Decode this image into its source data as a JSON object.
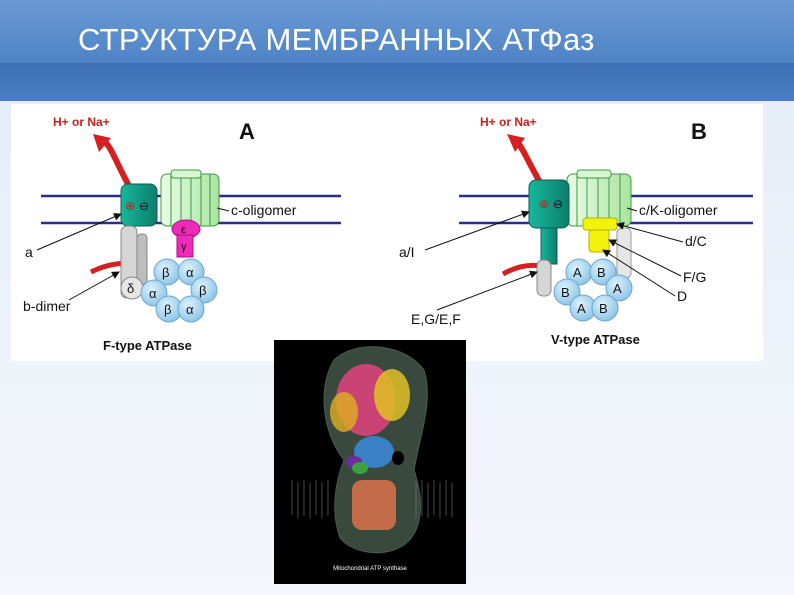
{
  "slide": {
    "title": "СТРУКТУРА МЕМБРАННЫХ АТФаз"
  },
  "panel_a": {
    "panel_letter": "A",
    "ion_label": "H+ or Na+",
    "oligomer_label": "c-oligomer",
    "a_label": "a",
    "b_label": "b-dimer",
    "type_label": "F-type ATPase",
    "subunits": {
      "epsilon": "ε",
      "gamma": "γ",
      "delta": "δ",
      "beta_1": "β",
      "alpha_1": "α",
      "alpha_2": "α",
      "beta_2": "β",
      "beta_3": "β",
      "alpha_3": "α"
    },
    "charge_plus": "⊕",
    "charge_minus": "⊖"
  },
  "panel_b": {
    "panel_letter": "B",
    "ion_label": "H+ or Na+",
    "oligomer_label": "c/K-oligomer",
    "a_label": "a/I",
    "dc_label": "d/C",
    "fg_label": "F/G",
    "d_label": "D",
    "egf_label": "E,G/E,F",
    "type_label": "V-type ATPase",
    "subunits": {
      "a_1": "A",
      "b_1": "B",
      "b_2": "B",
      "a_2": "A",
      "a_3": "A",
      "b_3": "B"
    },
    "charge_plus": "⊕",
    "charge_minus": "⊖"
  },
  "photo": {
    "caption": "Mitochondrial ATP synthase"
  },
  "colors": {
    "header": "#4f83c6",
    "membrane_line": "#2b2b8a",
    "ion_arrow": "#d42020",
    "label_red": "#c8201c",
    "oligomer_green": "#c9f0c4",
    "a_subunit_teal": "#13a08a",
    "epsilon_magenta": "#ee2ab8",
    "head_lightblue": "#a6d6f0",
    "v_yellow": "#f2f20a"
  }
}
